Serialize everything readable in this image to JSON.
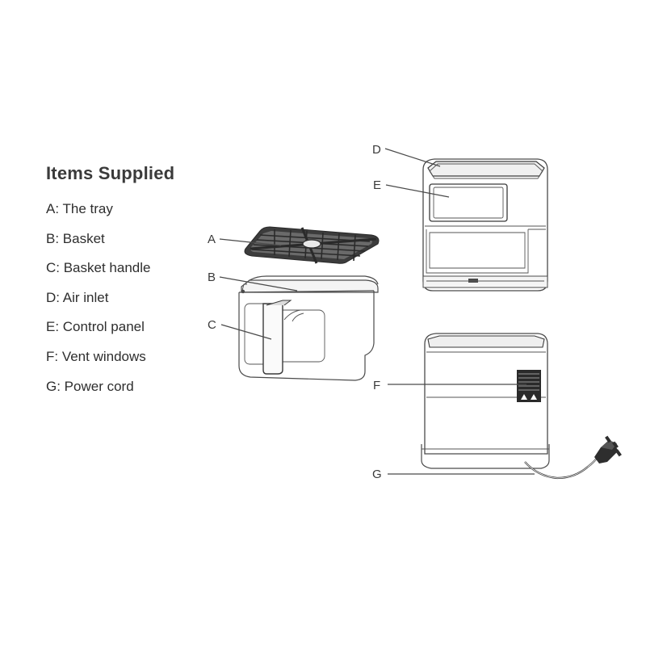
{
  "title": "Items Supplied",
  "items": [
    "A: The tray",
    "B: Basket",
    "C: Basket handle",
    "D: Air inlet",
    "E: Control panel",
    "F: Vent windows",
    "G: Power cord"
  ],
  "callouts": {
    "A": "A",
    "B": "B",
    "C": "C",
    "D": "D",
    "E": "E",
    "F": "F",
    "G": "G"
  },
  "colors": {
    "line": "#4a4a4a",
    "text": "#2e2e2e",
    "grille": "#3a3a3a"
  }
}
